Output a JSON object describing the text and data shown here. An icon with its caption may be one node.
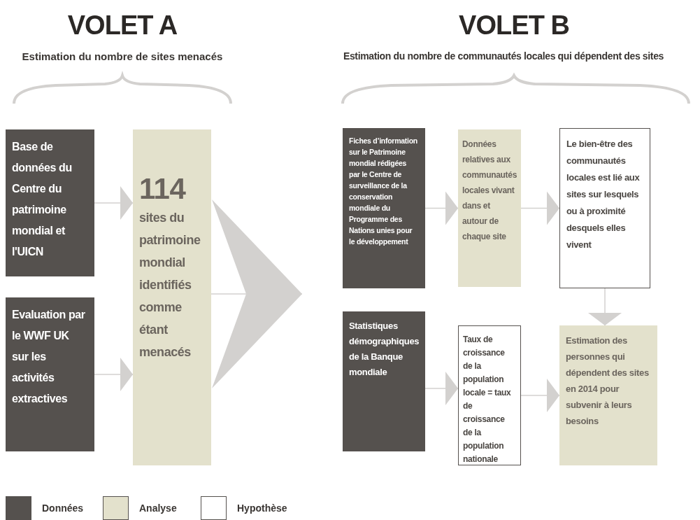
{
  "diagram": {
    "nodes": [
      {
        "text": [
          "Base de données du Centre du patrimoine mondial et l'UICN"
        ]
      },
      {
        "text": [
          "Evaluation par le WWF UK sur les activités extractives"
        ]
      },
      {
        "text": [
          "114",
          "sites du patrimoine mondial identifiés comme étant menacés"
        ]
      },
      {
        "text": [
          "Fiches d’information sur le Patrimoine mondial rédigées par le Centre de surveillance de la conservation mondiale du Programme des Nations unies pour le développement"
        ]
      },
      {
        "text": [
          "Données relatives aux communautés locales vivant dans et autour de chaque site"
        ]
      },
      {
        "text": [
          "Le bien-être des communautés locales est lié aux sites sur lesquels ou à proximité desquels elles vivent"
        ]
      },
      {
        "text": [
          "Statistiques démographiques de la Banque mondiale"
        ]
      },
      {
        "text": [
          "Taux de croissance de la population locale = taux de croissance de la population nationale"
        ]
      },
      {
        "text": [
          "Estimation des personnes qui dépendent des sites en 2014 pour subvenir à leurs besoins"
        ]
      }
    ],
    "edges": [
      {
        "from": 0,
        "to": 2,
        "arrow": "to"
      },
      {
        "from": 1,
        "to": 2,
        "arrow": "to"
      },
      {
        "from": 2,
        "to": null,
        "arrow": "to"
      },
      {
        "from": 3,
        "to": 4,
        "arrow": "to"
      },
      {
        "from": 4,
        "to": 5,
        "arrow": "to"
      },
      {
        "from": 5,
        "to": 8,
        "arrow": "to"
      },
      {
        "from": 6,
        "to": 7,
        "arrow": "to"
      },
      {
        "from": 7,
        "to": 8,
        "arrow": "to"
      }
    ],
    "labels": [
      "VOLET A",
      "Estimation du nombre de sites menacés",
      "VOLET B",
      "Estimation du nombre de communautés locales qui dépendent des sites"
    ],
    "legend": [
      {
        "text": "Données",
        "color": "#55514e"
      },
      {
        "text": "Analyse",
        "color": "#e3e1cc"
      },
      {
        "text": "Hypothèse",
        "color": "#ffffff"
      }
    ]
  }
}
